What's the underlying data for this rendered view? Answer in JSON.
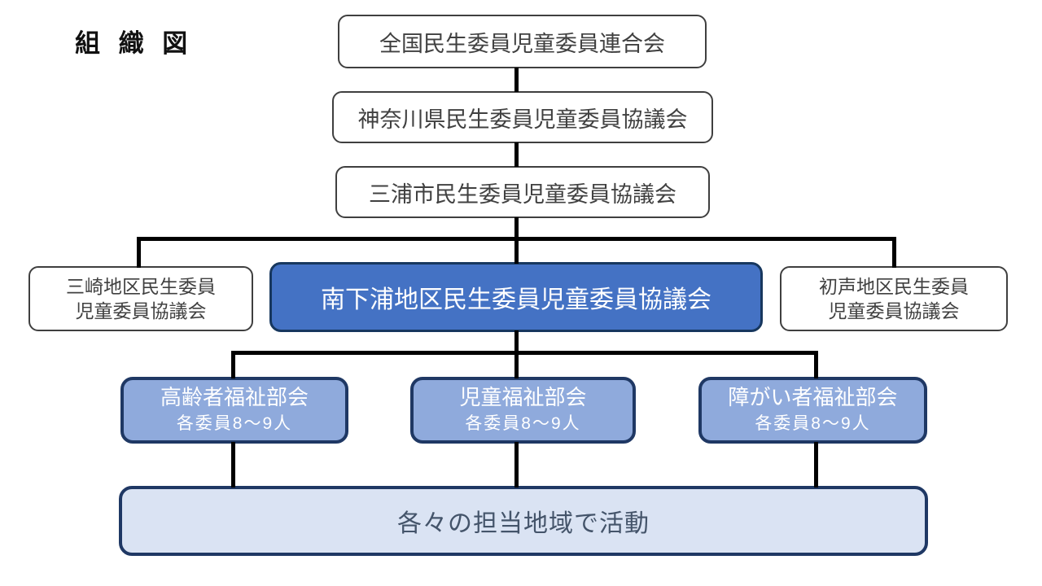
{
  "title": "組 織 図",
  "colors": {
    "highlight_fill": "#4472C4",
    "committee_fill": "#8FAADC",
    "footer_fill": "#DAE3F3",
    "dark_border": "#1F3864",
    "plain_border": "#3F3F3F",
    "plain_text": "#404040",
    "footer_text": "#44546A",
    "connector": "#000000"
  },
  "org": {
    "levels": [
      "全国民生委員児童委員連合会",
      "神奈川県民生委員児童委員協議会",
      "三浦市民生委員児童委員協議会"
    ],
    "districts": [
      {
        "line1": "三崎地区民生委員",
        "line2": "児童委員協議会",
        "highlighted": false
      },
      {
        "label": "南下浦地区民生委員児童委員協議会",
        "highlighted": true
      },
      {
        "line1": "初声地区民生委員",
        "line2": "児童委員協議会",
        "highlighted": false
      }
    ],
    "committees": [
      {
        "name": "高齢者福祉部会",
        "members": "各委員8～9人"
      },
      {
        "name": "児童福祉部会",
        "members": "各委員8～9人"
      },
      {
        "name": "障がい者福祉部会",
        "members": "各委員8～9人"
      }
    ],
    "footer": "各々の担当地域で活動"
  }
}
